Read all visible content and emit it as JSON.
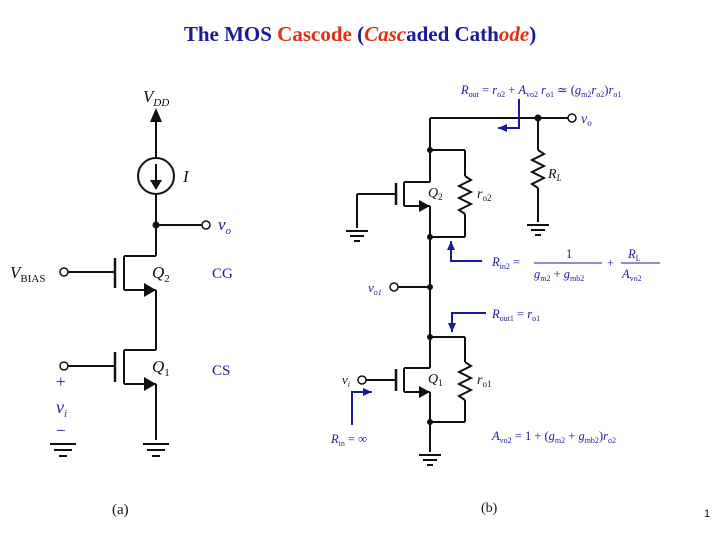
{
  "title": {
    "part1": "The MOS ",
    "part2": "Cascode",
    "part3": " (",
    "part4": "Casc",
    "part5": "aded Cath",
    "part6": "ode",
    "part7": ")"
  },
  "left_circuit": {
    "vdd_label": "V",
    "vdd_sub": "DD",
    "current_label": "I",
    "vo_label": "v",
    "vo_sub": "o",
    "vbias_label": "V",
    "vbias_sub": "BIAS",
    "q2_label": "Q",
    "q2_sub": "2",
    "q1_label": "Q",
    "q1_sub": "1",
    "cg_label": "CG",
    "cs_label": "CS",
    "plus": "+",
    "vi_label": "v",
    "vi_sub": "i",
    "minus": "−",
    "caption": "(a)"
  },
  "right_circuit": {
    "rout_eq": "R_out = r_o2 + A_vo2 r_o1 ≃ (g_m2 r_o2) r_o1",
    "vo_label": "v",
    "vo_sub": "o",
    "q2_label": "Q",
    "q2_sub": "2",
    "ro2_label": "r",
    "ro2_sub": "o2",
    "rl_label": "R",
    "rl_sub": "L",
    "rin2_eq": "R_in2 = 1/(g_m2 + g_mb2) + R_L/A_vo2",
    "vo1_label": "v",
    "vo1_sub": "o1",
    "rout1_eq": "R_out1 = r_o1",
    "vi_label": "v",
    "vi_sub": "i",
    "q1_label": "Q",
    "q1_sub": "1",
    "ro1_label": "r",
    "ro1_sub": "o1",
    "rin_eq": "R_in = ∞",
    "avo2_eq": "A_vo2 = 1 + (g_m2 + g_mb2) r_o2",
    "caption": "(b)"
  },
  "page_number": "1",
  "colors": {
    "title_blue": "#1a1a9c",
    "title_red": "#e03010",
    "wire": "#111111",
    "annotation_blue": "#1a1a9c"
  }
}
